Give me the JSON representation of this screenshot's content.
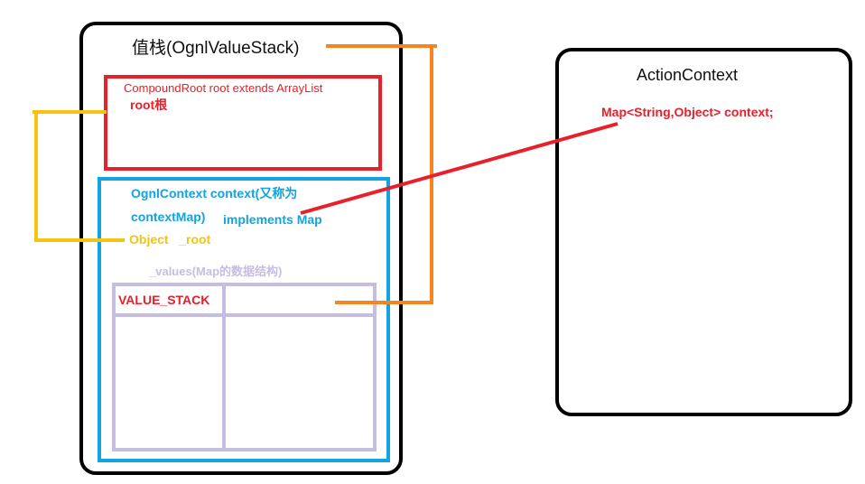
{
  "value_stack": {
    "title": "值栈(OgnlValueStack)"
  },
  "compound_root": {
    "title": "CompoundRoot root extends ArrayList",
    "subtitle": "root根"
  },
  "ognl_context": {
    "line1": "OgnlContext context(又称为",
    "line2": "contextMap)",
    "line3": "implements Map",
    "object_root": "Object   _root",
    "values_title": "_values(Map的数据结构)",
    "table_cell": "VALUE_STACK"
  },
  "action_context": {
    "title": "ActionContext",
    "field": "Map<String,Object> context;"
  },
  "colors": {
    "red": "#e8202a",
    "blue": "#12a3e0",
    "orange": "#f7841f",
    "yellow": "#f5c410",
    "lavender": "#c6bde0",
    "black": "#000000"
  }
}
